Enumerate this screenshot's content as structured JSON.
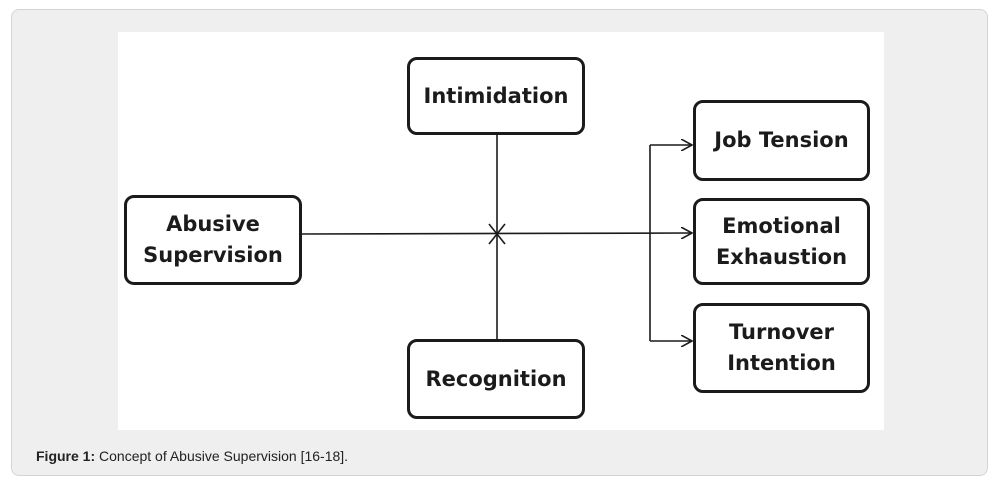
{
  "diagram": {
    "nodes": {
      "abusive_supervision": "Abusive Supervision",
      "intimidation": "Intimidation",
      "recognition": "Recognition",
      "job_tension": "Job Tension",
      "emotional_exhaustion": "Emotional Exhaustion",
      "turnover_intention": "Turnover Intention"
    },
    "edges": [
      {
        "from": "Abusive Supervision",
        "to": "Job Tension"
      },
      {
        "from": "Abusive Supervision",
        "to": "Emotional Exhaustion"
      },
      {
        "from": "Abusive Supervision",
        "to": "Turnover Intention"
      },
      {
        "from": "Intimidation",
        "to": "Abusive Supervision → outcomes",
        "type": "moderator"
      },
      {
        "from": "Recognition",
        "to": "Abusive Supervision → outcomes",
        "type": "moderator"
      }
    ],
    "line_color": "#1b1b1b"
  },
  "caption": {
    "label": "Figure 1:",
    "text": "Concept of Abusive Supervision [16-18]."
  }
}
